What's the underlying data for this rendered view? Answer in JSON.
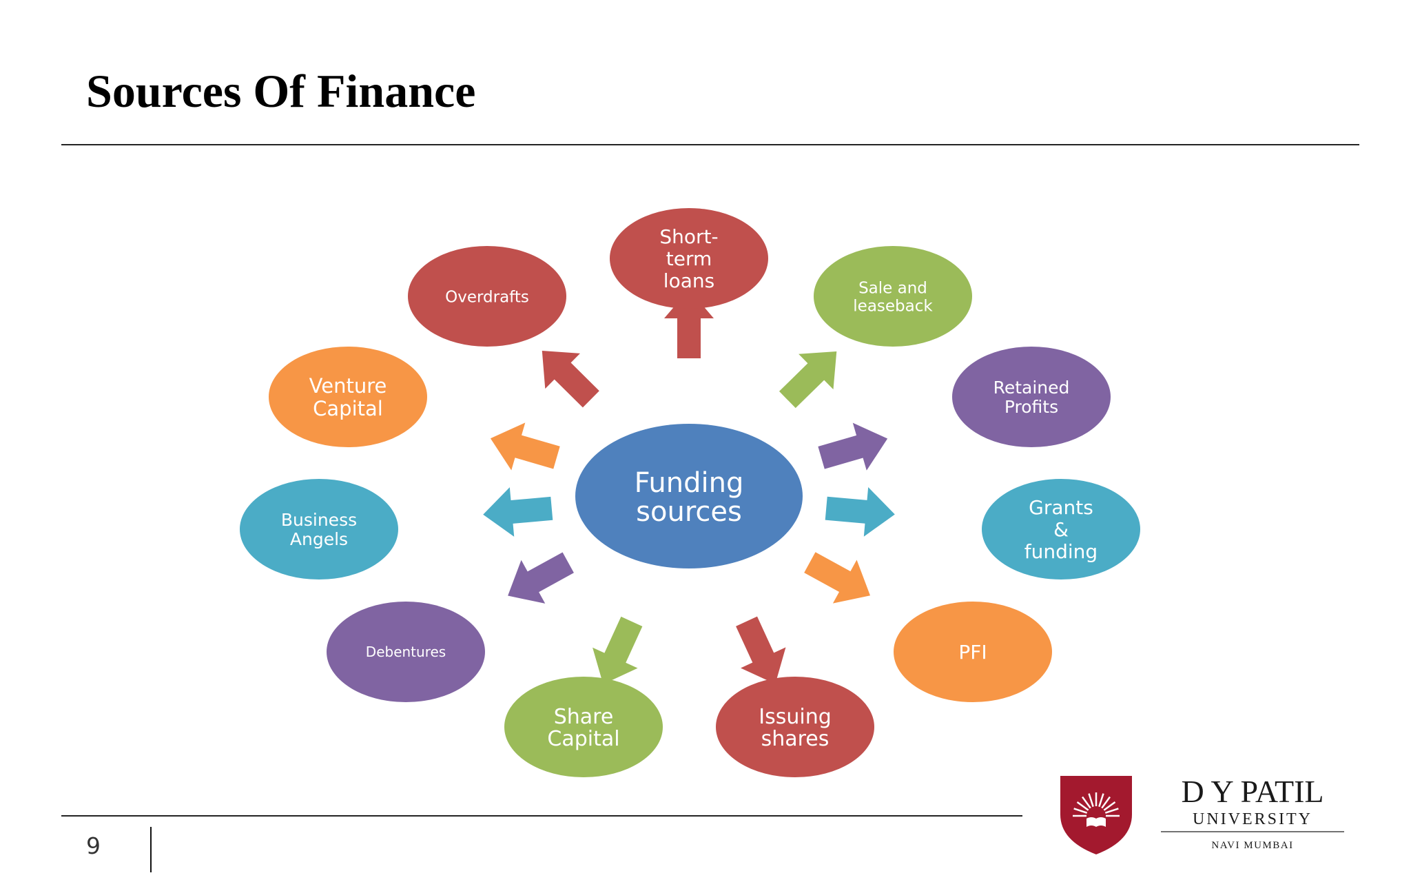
{
  "slide": {
    "title": "Sources Of Finance",
    "page_number": "9"
  },
  "diagram": {
    "center": {
      "lines": [
        "Funding",
        "sources"
      ],
      "color": "#4f81bd"
    },
    "nodes": [
      {
        "id": "short-term-loans",
        "lines": [
          "Short-",
          "term",
          "loans"
        ],
        "color": "#c0504d"
      },
      {
        "id": "sale-and-leaseback",
        "lines": [
          "Sale and",
          "leaseback"
        ],
        "color": "#9bbb59"
      },
      {
        "id": "retained-profits",
        "lines": [
          "Retained",
          "Profits"
        ],
        "color": "#8064a2"
      },
      {
        "id": "grants-funding",
        "lines": [
          "Grants",
          "&",
          "funding"
        ],
        "color": "#4bacc6"
      },
      {
        "id": "pfi",
        "lines": [
          "PFI"
        ],
        "color": "#f79646"
      },
      {
        "id": "issuing-shares",
        "lines": [
          "Issuing",
          "shares"
        ],
        "color": "#c0504d"
      },
      {
        "id": "share-capital",
        "lines": [
          "Share",
          "Capital"
        ],
        "color": "#9bbb59"
      },
      {
        "id": "debentures",
        "lines": [
          "Debentures"
        ],
        "color": "#8064a2"
      },
      {
        "id": "business-angels",
        "lines": [
          "Business",
          "Angels"
        ],
        "color": "#4bacc6"
      },
      {
        "id": "venture-capital",
        "lines": [
          "Venture",
          "Capital"
        ],
        "color": "#f79646"
      },
      {
        "id": "overdrafts",
        "lines": [
          "Overdrafts"
        ],
        "color": "#c0504d"
      }
    ]
  },
  "logo": {
    "name": "D Y PATIL",
    "subtitle": "UNIVERSITY",
    "location": "NAVI MUMBAI",
    "shield_color": "#a3192e"
  }
}
